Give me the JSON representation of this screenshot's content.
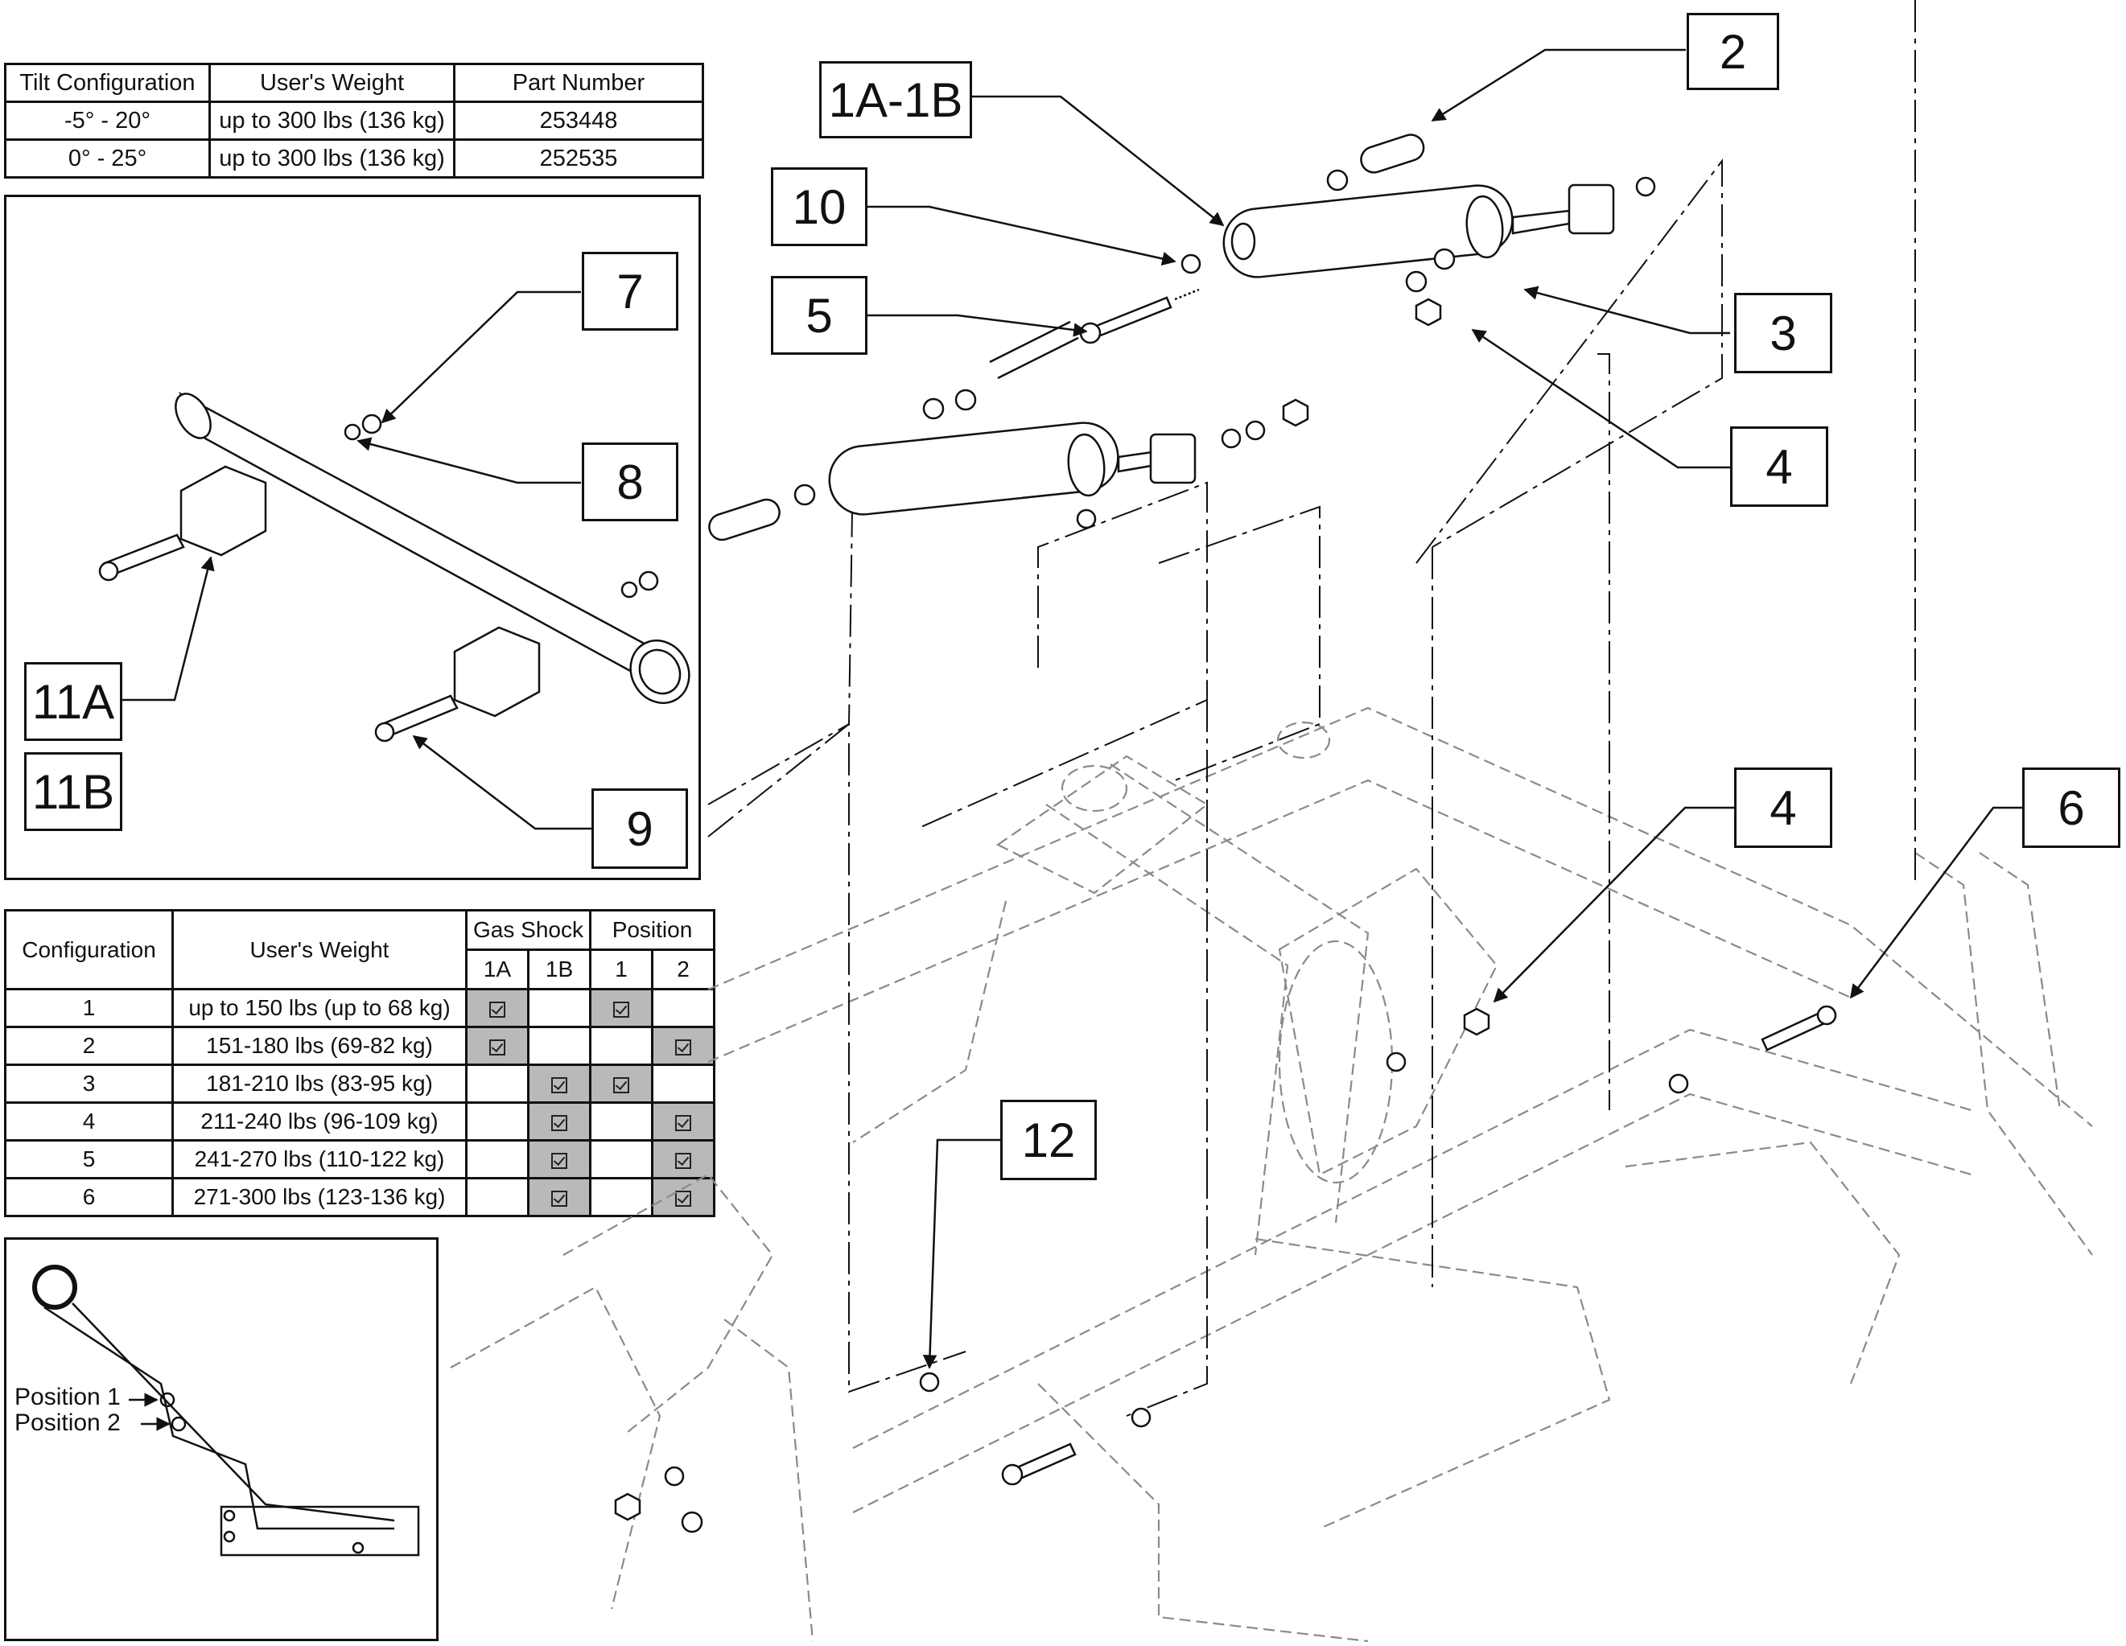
{
  "tilt_table": {
    "headers": [
      "Tilt Configuration",
      "User's Weight",
      "Part Number"
    ],
    "rows": [
      [
        "-5° - 20°",
        "up to 300 lbs (136 kg)",
        "253448"
      ],
      [
        "0° - 25°",
        "up to 300 lbs (136 kg)",
        "252535"
      ]
    ]
  },
  "config_table": {
    "header_configuration": "Configuration",
    "header_weight": "User's Weight",
    "header_gas_shock": "Gas Shock",
    "header_position": "Position",
    "sub_1a": "1A",
    "sub_1b": "1B",
    "sub_p1": "1",
    "sub_p2": "2",
    "rows": [
      {
        "config": "1",
        "weight": "up to 150 lbs (up to 68 kg)",
        "shock_1a": true,
        "shock_1b": false,
        "pos_1": true,
        "pos_2": false
      },
      {
        "config": "2",
        "weight": "151-180 lbs (69-82 kg)",
        "shock_1a": true,
        "shock_1b": false,
        "pos_1": false,
        "pos_2": true
      },
      {
        "config": "3",
        "weight": "181-210 lbs (83-95 kg)",
        "shock_1a": false,
        "shock_1b": true,
        "pos_1": true,
        "pos_2": false
      },
      {
        "config": "4",
        "weight": "211-240 lbs (96-109 kg)",
        "shock_1a": false,
        "shock_1b": true,
        "pos_1": false,
        "pos_2": true
      },
      {
        "config": "5",
        "weight": "241-270 lbs (110-122 kg)",
        "shock_1a": false,
        "shock_1b": true,
        "pos_1": false,
        "pos_2": true
      },
      {
        "config": "6",
        "weight": "271-300 lbs (123-136 kg)",
        "shock_1a": false,
        "shock_1b": true,
        "pos_1": false,
        "pos_2": true
      }
    ]
  },
  "callouts": {
    "c2": "2",
    "c1a1b": "1A-1B",
    "c10": "10",
    "c5": "5",
    "c3": "3",
    "c4a": "4",
    "c7": "7",
    "c8": "8",
    "c11a": "11A",
    "c11b": "11B",
    "c9": "9",
    "c4b": "4",
    "c6": "6",
    "c12": "12"
  },
  "position_inset": {
    "position_1": "Position 1",
    "position_2": "Position 2"
  },
  "colors": {
    "line": "#111111",
    "frame_ghost": "#8a8a8a",
    "shade": "#b9b9b9"
  }
}
